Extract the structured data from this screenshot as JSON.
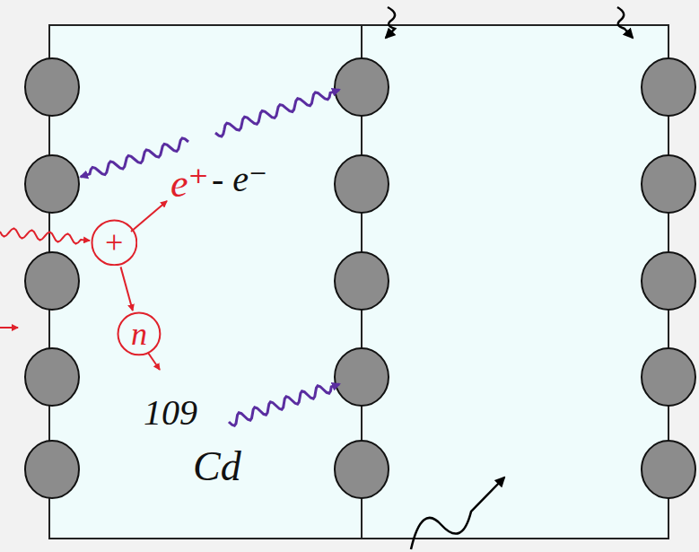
{
  "diagram": {
    "nodes": [
      {
        "text": [
          "+"
        ]
      },
      {
        "text": [
          "n"
        ]
      }
    ],
    "edges": [
      {
        "from": 0,
        "to": 1,
        "arrow": "to"
      }
    ],
    "labels": [
      "e⁺",
      "- e⁻",
      "109",
      "Cd"
    ]
  }
}
